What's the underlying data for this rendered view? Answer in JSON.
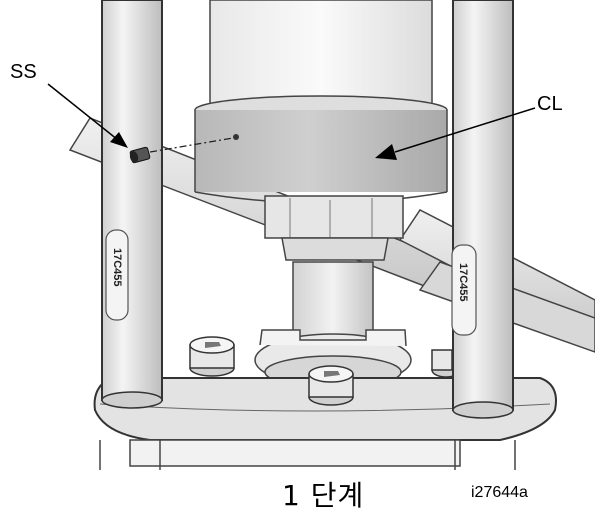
{
  "figure": {
    "callouts": {
      "ss": "SS",
      "cl": "CL"
    },
    "post_markings": {
      "left": "17C455",
      "right": "17C455"
    },
    "caption": "1 단계",
    "image_id": "i27644a"
  }
}
